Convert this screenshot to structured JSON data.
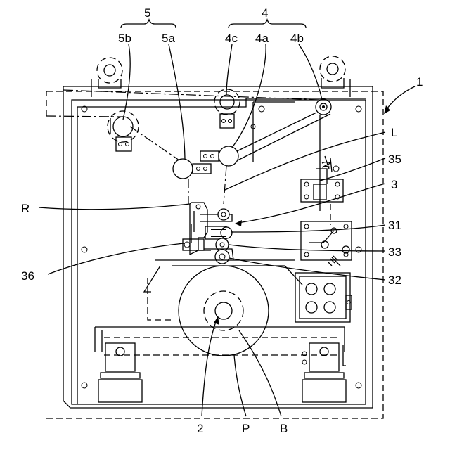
{
  "labels": {
    "n1": "1",
    "n2": "2",
    "n3": "3",
    "n4": "4",
    "n4a": "4a",
    "n4b": "4b",
    "n4c": "4c",
    "n5": "5",
    "n5a": "5a",
    "n5b": "5b",
    "n31": "31",
    "n32": "32",
    "n33": "33",
    "n35": "35",
    "n36": "36",
    "nL": "L",
    "nR": "R",
    "nP": "P",
    "nB": "B"
  }
}
